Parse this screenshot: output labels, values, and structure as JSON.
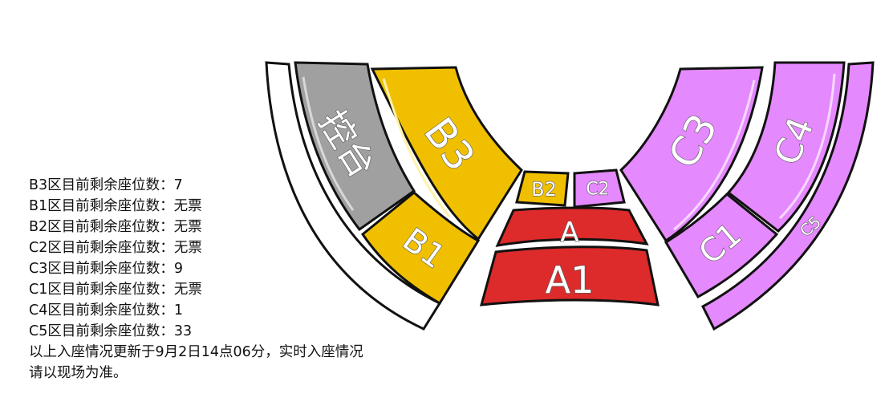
{
  "seat_map": {
    "sections": [
      {
        "id": "stage",
        "label": "控台",
        "color": "#a0a0a0"
      },
      {
        "id": "B3",
        "label": "B3",
        "color": "#f0c000"
      },
      {
        "id": "B1",
        "label": "B1",
        "color": "#f0c000"
      },
      {
        "id": "B2",
        "label": "B2",
        "color": "#f0c000"
      },
      {
        "id": "C2",
        "label": "C2",
        "color": "#e589ff"
      },
      {
        "id": "A",
        "label": "A",
        "color": "#dd2a2a"
      },
      {
        "id": "A1",
        "label": "A1",
        "color": "#dd2a2a"
      },
      {
        "id": "C3",
        "label": "C3",
        "color": "#e589ff"
      },
      {
        "id": "C4",
        "label": "C4",
        "color": "#e589ff"
      },
      {
        "id": "C1",
        "label": "C1",
        "color": "#e589ff"
      },
      {
        "id": "C5",
        "label": "C5",
        "color": "#e589ff"
      }
    ],
    "outline_color": "#111111",
    "empty_band_color": "#ffffff"
  },
  "availability": {
    "lines": [
      {
        "zone": "B3",
        "text": "B3区目前剩余座位数：7"
      },
      {
        "zone": "B1",
        "text": "B1区目前剩余座位数：无票"
      },
      {
        "zone": "B2",
        "text": "B2区目前剩余座位数：无票"
      },
      {
        "zone": "C2",
        "text": "C2区目前剩余座位数：无票"
      },
      {
        "zone": "C3",
        "text": "C3区目前剩余座位数：9"
      },
      {
        "zone": "C1",
        "text": "C1区目前剩余座位数：无票"
      },
      {
        "zone": "C4",
        "text": "C4区目前剩余座位数：1"
      },
      {
        "zone": "C5",
        "text": "C5区目前剩余座位数：33"
      }
    ],
    "note": "以上入座情况更新于9月2日14点06分，实时入座情况请以现场为准。"
  }
}
